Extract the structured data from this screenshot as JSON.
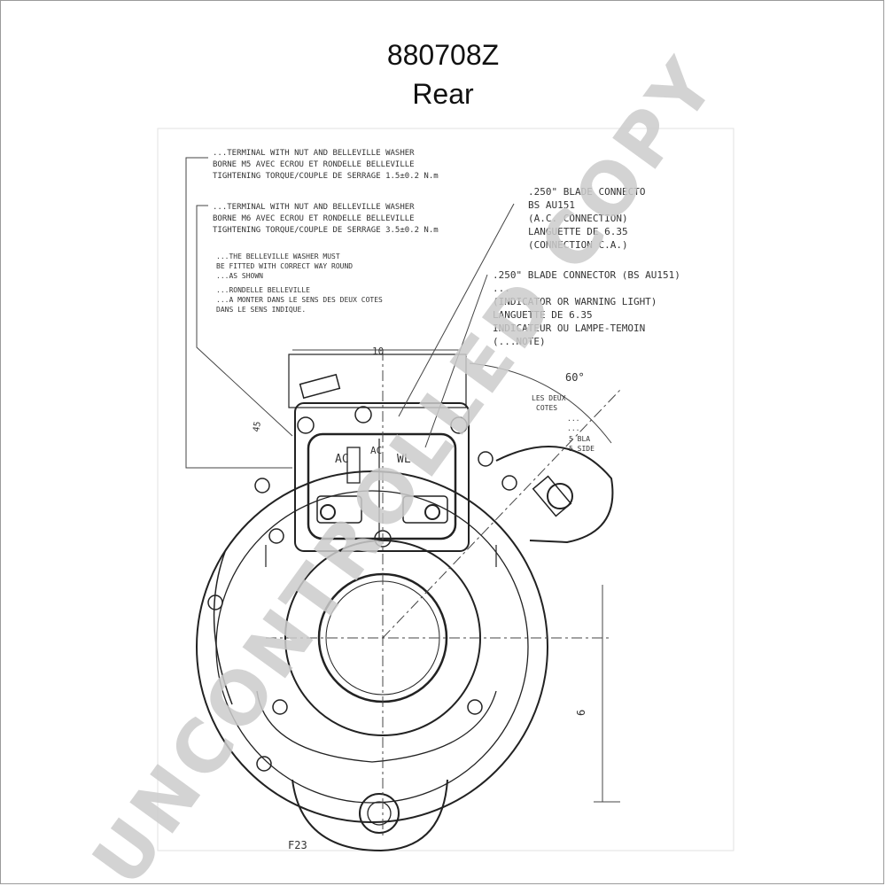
{
  "header": {
    "part_number": "880708Z",
    "view": "Rear"
  },
  "annotations": {
    "note1": [
      "...TERMINAL WITH NUT AND BELLEVILLE WASHER",
      "BORNE M5 AVEC ECROU ET RONDELLE BELLEVILLE",
      "TIGHTENING TORQUE/COUPLE DE SERRAGE 1.5±0.2 N.m"
    ],
    "note2": [
      "...TERMINAL WITH NUT AND BELLEVILLE WASHER",
      "BORNE M6 AVEC ECROU ET RONDELLE BELLEVILLE",
      "TIGHTENING TORQUE/COUPLE DE SERRAGE 3.5±0.2 N.m"
    ],
    "note3": [
      "...THE BELLEVILLE WASHER MUST",
      "BE FITTED WITH CORRECT WAY ROUND",
      "...AS SHOWN"
    ],
    "note4": [
      "...RONDELLE BELLEVILLE",
      "...A MONTER DANS LE SENS DES DEUX COTES",
      "DANS LE SENS INDIQUE."
    ],
    "ac_connector": [
      ".250\" BLADE CONNECTO",
      "BS AU151",
      "(A.C. CONNECTION)",
      "LANGUETTE DE 6.35",
      "(CONNECTION C.A.)"
    ],
    "wl_connector": [
      ".250\" BLADE CONNECTOR (BS AU151)",
      "...",
      "(INDICATOR OR WARNING LIGHT)",
      "LANGUETTE DE 6.35",
      "INDICATEUR OU LAMPE-TEMOIN",
      "(...NOTE)"
    ],
    "side_notes": [
      "LES DEUX",
      "COTES",
      "...",
      "...",
      "5 BLA",
      "5 SIDE"
    ],
    "dim_top": "10",
    "angle": "60°",
    "dim_left": "45",
    "dim_right": "6",
    "terminal_ac": "AC",
    "terminal_ac2": "AC",
    "terminal_wl": "WL",
    "ref": "F23"
  },
  "watermark": "UNCONTROLLED COPY"
}
